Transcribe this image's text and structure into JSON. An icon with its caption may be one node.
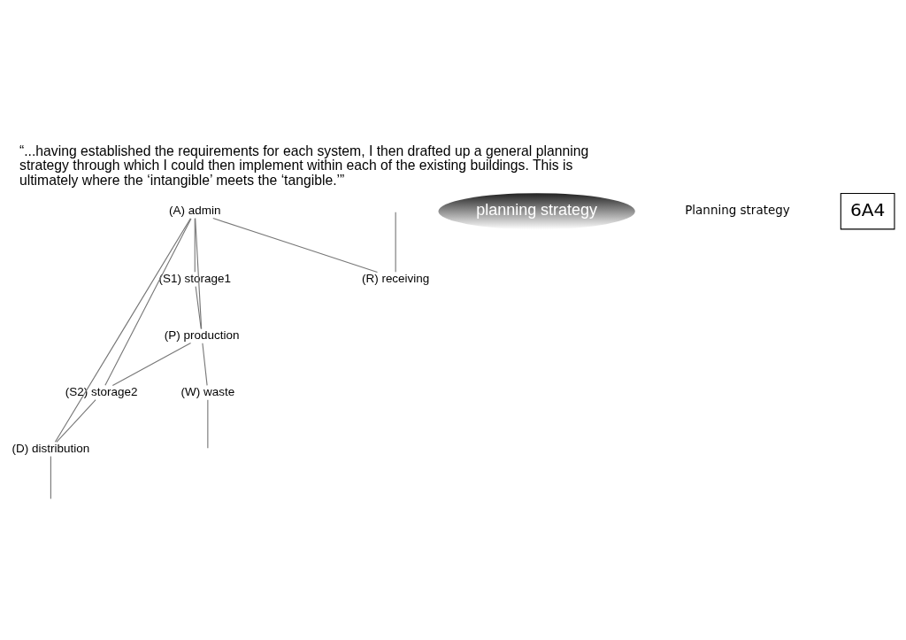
{
  "diagram": {
    "title": "“...having established the requirements for each system, I then drafted up a general planning strategy through which I could then implement within each of the existing buildings. This is ultimately where the ‘intangible’ meets the ‘tangible.’”",
    "nodes": [
      {
        "text": [
          "(S1) storage1"
        ]
      },
      {
        "text": [
          "(A) admin"
        ]
      },
      {
        "text": [
          "(P) production"
        ]
      },
      {
        "text": [
          "(R) receiving"
        ]
      },
      {
        "text": [
          "planning strategy"
        ]
      },
      {
        "text": [
          "(S2) storage2"
        ]
      },
      {
        "text": [
          "(W) waste"
        ]
      },
      {
        "text": [
          "(D) distribution"
        ]
      }
    ],
    "edges": [
      {
        "from": 1,
        "to": 0,
        "arrow": "none"
      },
      {
        "from": 0,
        "to": 2,
        "arrow": "none"
      },
      {
        "from": 1,
        "to": 2,
        "arrow": "none"
      },
      {
        "from": 1,
        "to": 3,
        "arrow": "none"
      },
      {
        "from": 1,
        "to": 5,
        "arrow": "none"
      },
      {
        "from": 1,
        "to": 7,
        "arrow": "none"
      },
      {
        "from": 2,
        "to": 5,
        "arrow": "none"
      },
      {
        "from": 2,
        "to": 6,
        "arrow": "none"
      },
      {
        "from": 5,
        "to": 7,
        "arrow": "none"
      },
      {
        "from": null,
        "to": 3,
        "arrow": "none"
      },
      {
        "from": 6,
        "to": null,
        "arrow": "none"
      },
      {
        "from": 7,
        "to": null,
        "arrow": "none"
      }
    ],
    "labels": [
      "Planning strategy",
      "6A4"
    ]
  }
}
